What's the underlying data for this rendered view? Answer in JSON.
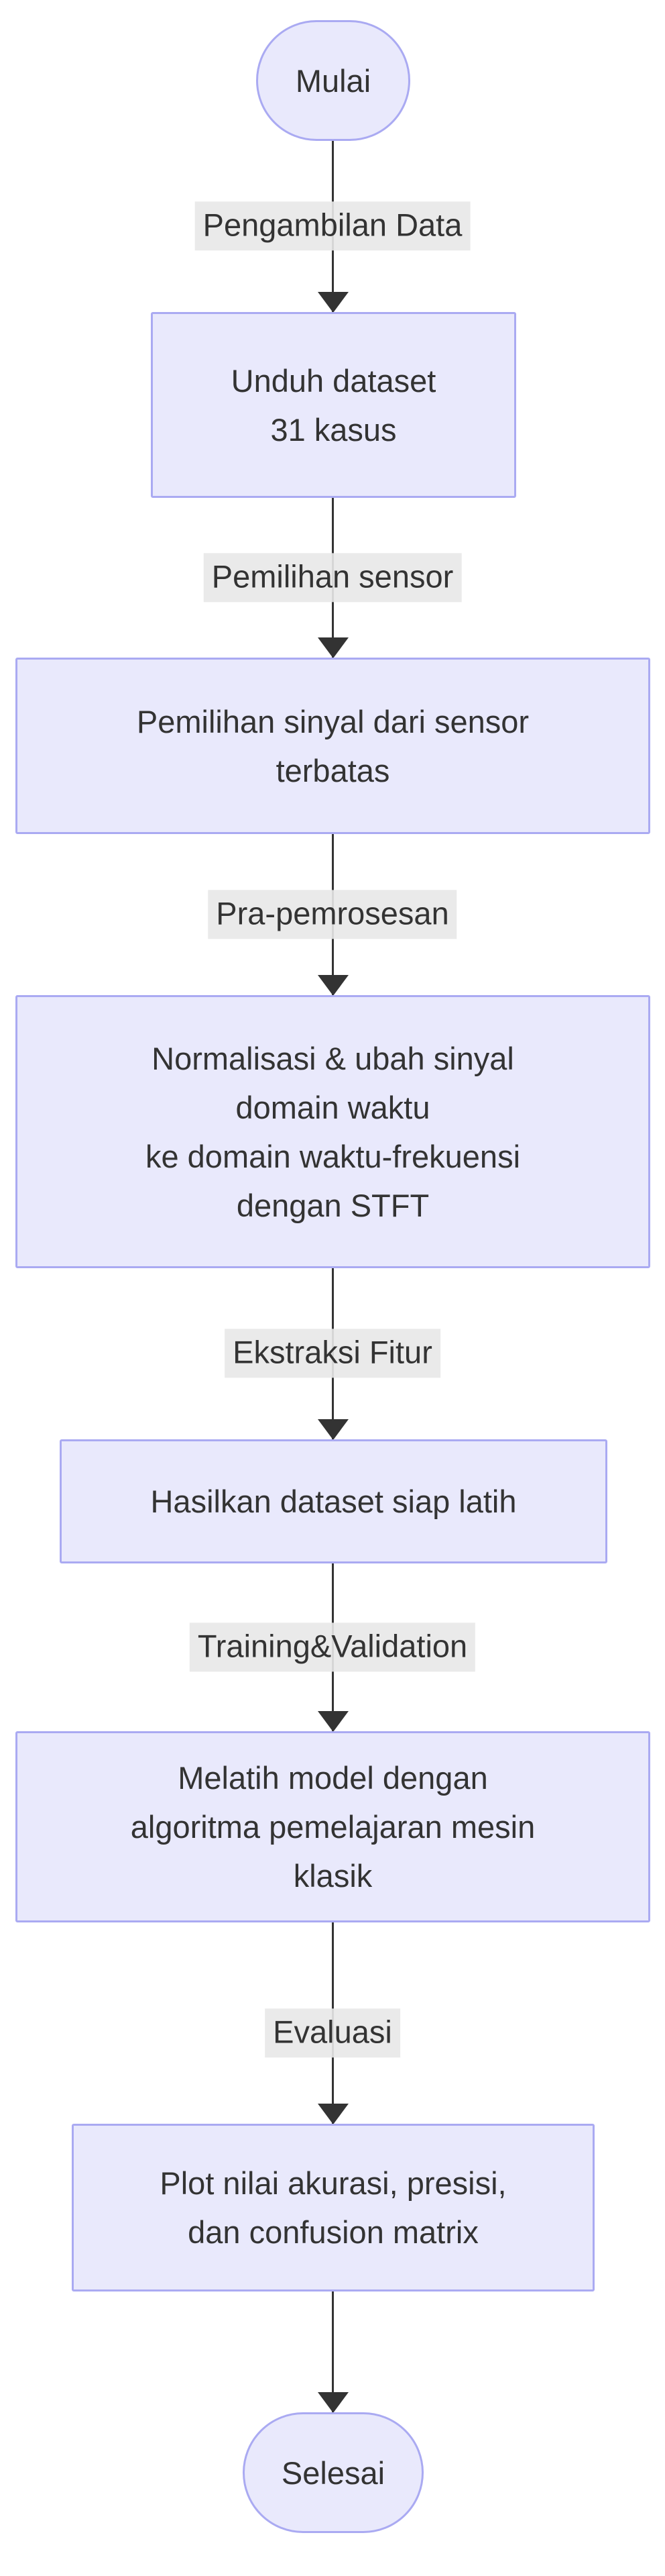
{
  "flowchart": {
    "title": "Machine learning workflow flowchart",
    "colors": {
      "node_fill": "#E9E9FC",
      "node_border": "#AAAAF2",
      "edge_label_bg": "#E8E8E8",
      "line": "#333333",
      "text": "#333333",
      "background": "#FFFFFF"
    },
    "nodes": [
      {
        "id": "start",
        "shape": "stadium",
        "lines": [
          "Mulai"
        ]
      },
      {
        "id": "download",
        "shape": "rect",
        "lines": [
          "Unduh dataset",
          "31 kasus"
        ]
      },
      {
        "id": "select",
        "shape": "rect",
        "lines": [
          "Pemilihan sinyal dari sensor",
          "terbatas"
        ]
      },
      {
        "id": "preprocess",
        "shape": "rect",
        "lines": [
          "Normalisasi & ubah sinyal",
          "domain waktu",
          "ke domain waktu-frekuensi",
          "dengan STFT"
        ]
      },
      {
        "id": "dataset",
        "shape": "rect",
        "lines": [
          "Hasilkan dataset siap latih"
        ]
      },
      {
        "id": "train",
        "shape": "rect",
        "lines": [
          "Melatih model dengan",
          "algoritma pemelajaran mesin",
          "klasik"
        ]
      },
      {
        "id": "plot",
        "shape": "rect",
        "lines": [
          "Plot nilai akurasi, presisi,",
          "dan confusion matrix"
        ]
      },
      {
        "id": "end",
        "shape": "stadium",
        "lines": [
          "Selesai"
        ]
      }
    ],
    "edges": [
      {
        "from": "start",
        "to": "download",
        "label": "Pengambilan Data"
      },
      {
        "from": "download",
        "to": "select",
        "label": "Pemilihan sensor"
      },
      {
        "from": "select",
        "to": "preprocess",
        "label": "Pra-pemrosesan"
      },
      {
        "from": "preprocess",
        "to": "dataset",
        "label": "Ekstraksi Fitur"
      },
      {
        "from": "dataset",
        "to": "train",
        "label": "Training&Validation"
      },
      {
        "from": "train",
        "to": "plot",
        "label": "Evaluasi"
      },
      {
        "from": "plot",
        "to": "end",
        "label": ""
      }
    ]
  }
}
